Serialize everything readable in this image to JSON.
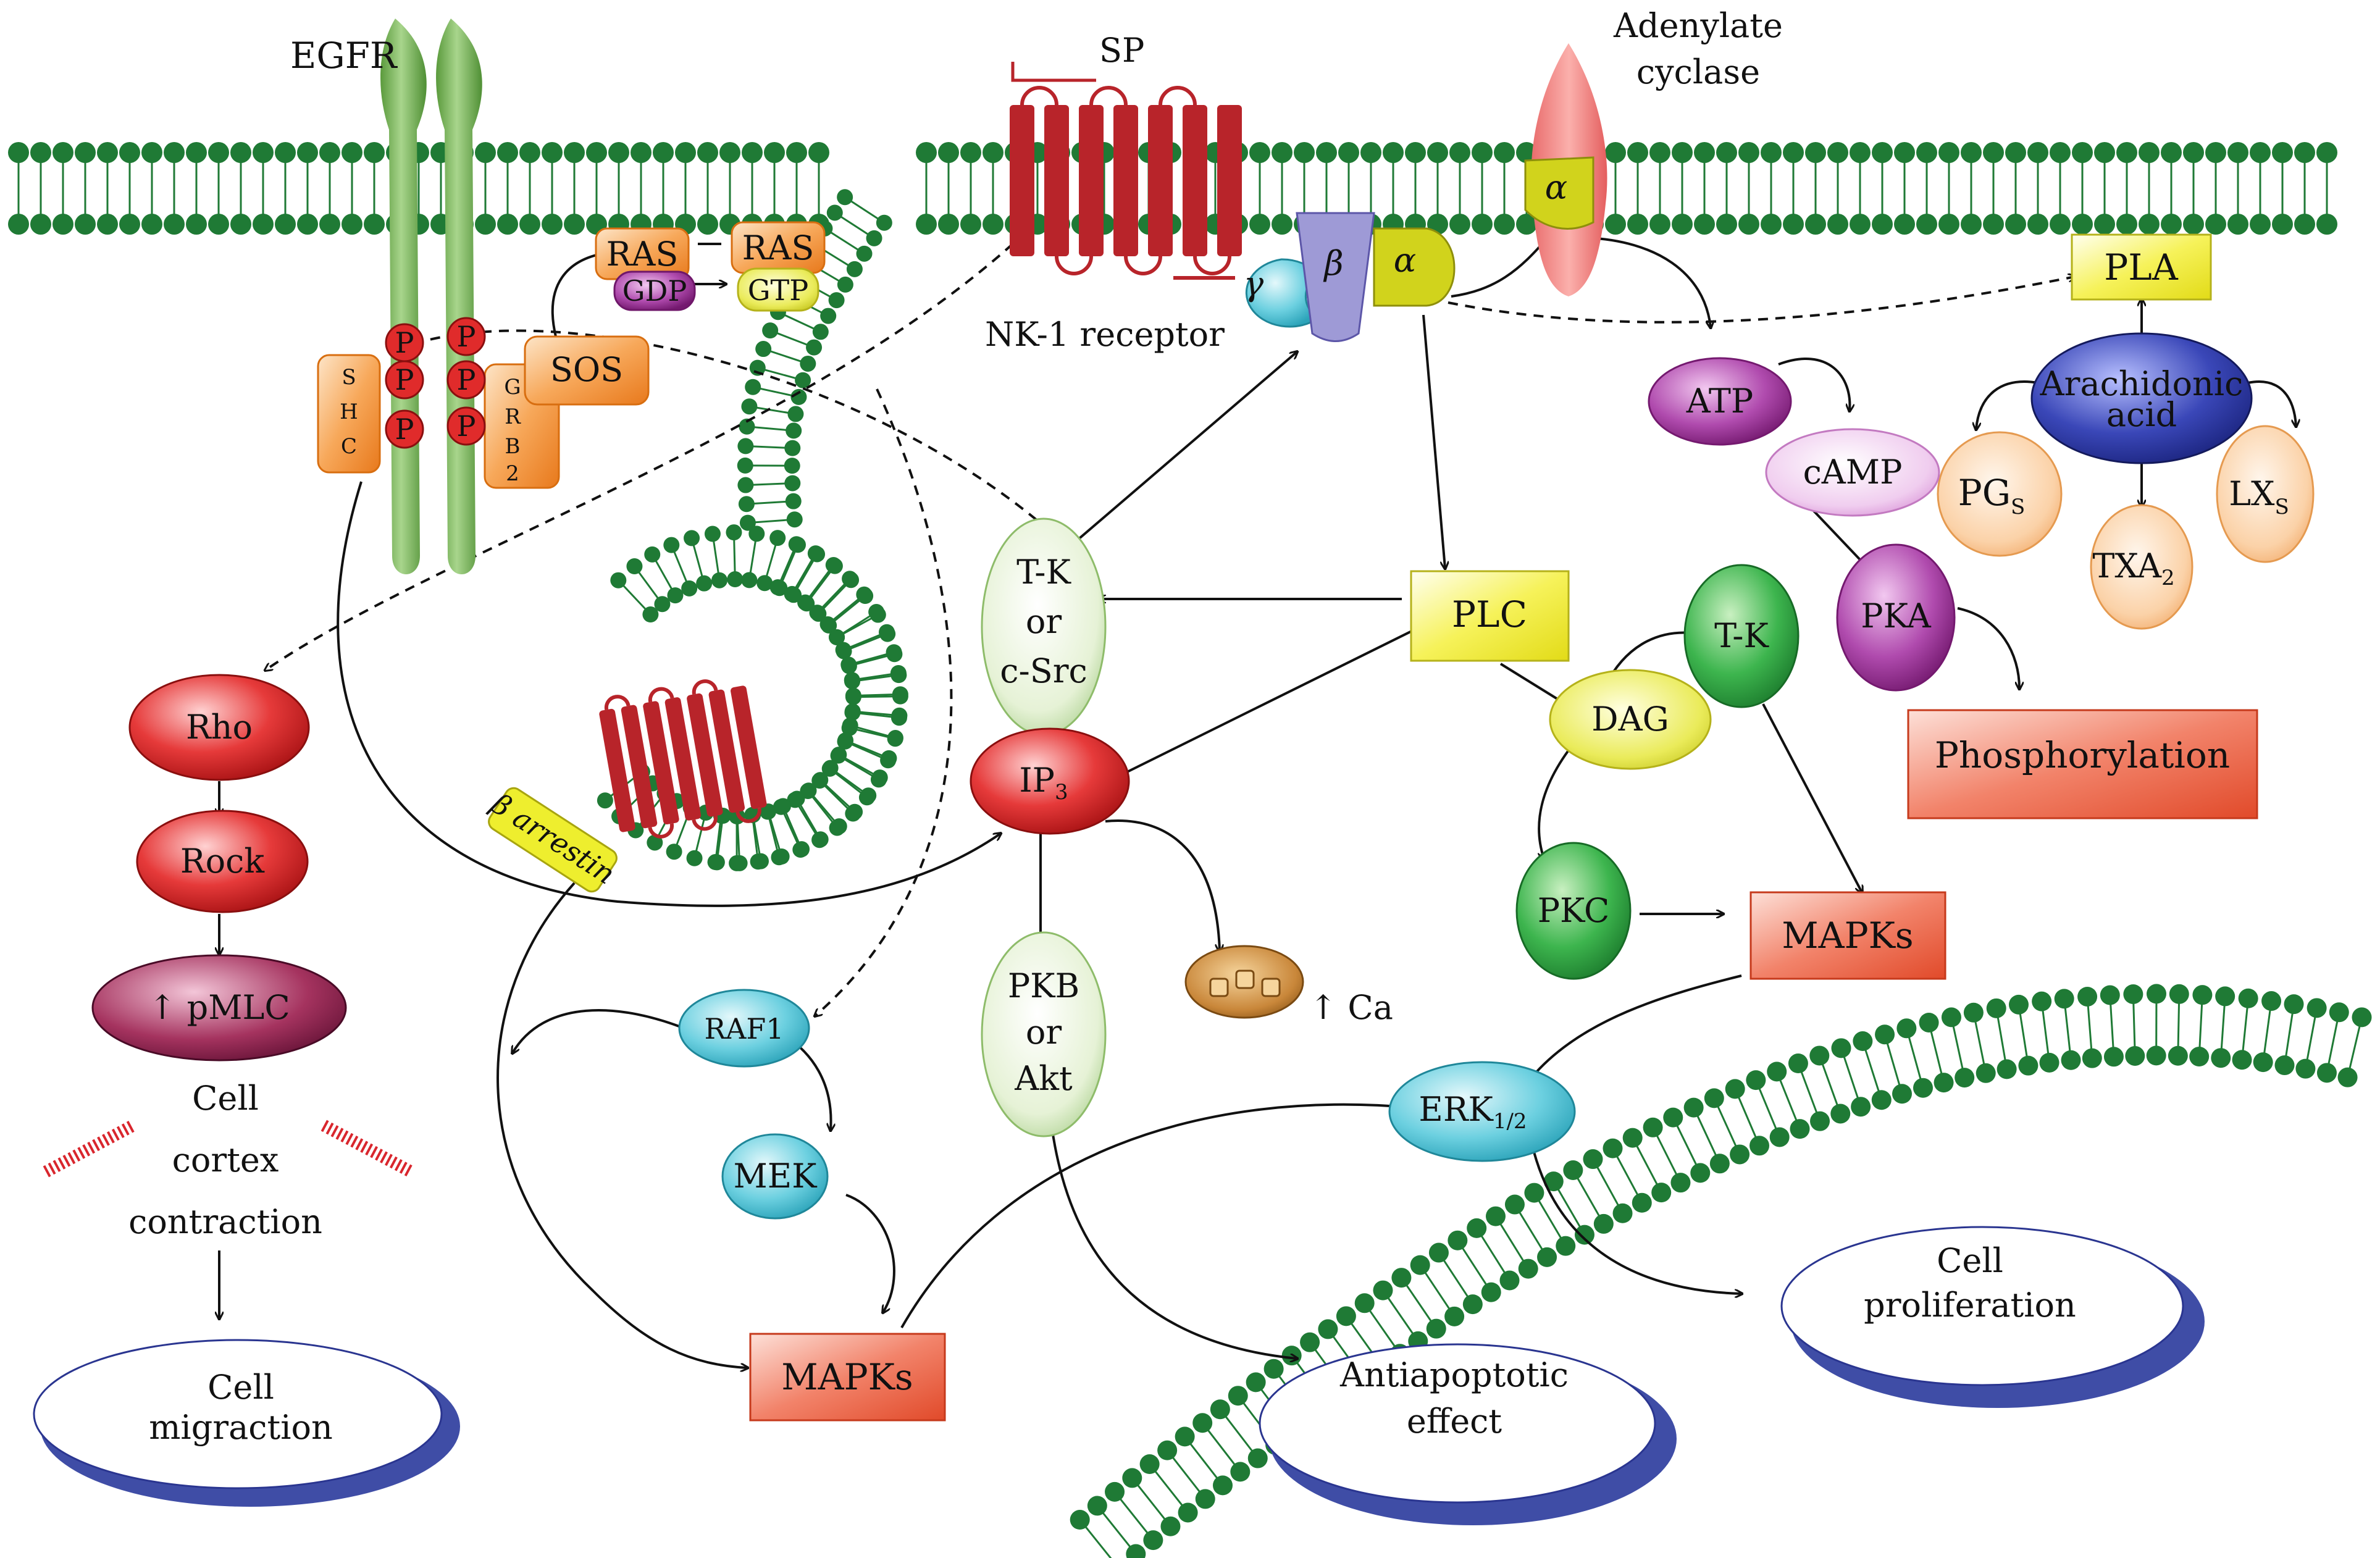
{
  "labels": {
    "egfr": "EGFR",
    "sp": "SP",
    "adenylate_1": "Adenylate",
    "adenylate_2": "cyclase",
    "alpha": "α",
    "beta": "β",
    "gamma": "γ",
    "nk1": "NK-1 receptor",
    "ras_gdp": "RAS",
    "gdp": "GDP",
    "ras_gtp": "RAS",
    "gtp": "GTP",
    "sos": "SOS",
    "shc": [
      "S",
      "H",
      "C"
    ],
    "grb2": [
      "G",
      "R",
      "B",
      "2"
    ],
    "p": "P",
    "pla": "PLA",
    "arachidonic_1": "Arachidonic",
    "arachidonic_2": "acid",
    "atp": "ATP",
    "camp": "cAMP",
    "pka": "PKA",
    "pgs": "PG",
    "pgs_sub": "S",
    "txa": "TXA",
    "txa_sub": "2",
    "lxs": "LX",
    "lxs_sub": "S",
    "phosphorylation": "Phosphorylation",
    "tk_src": [
      "T-K",
      "or",
      "c-Src"
    ],
    "plc": "PLC",
    "dag": "DAG",
    "tk": "T-K",
    "pkc": "PKC",
    "mapks_right": "MAPKs",
    "ip3": "IP",
    "ip3_sub": "3",
    "beta_arrestin": "β arrestin",
    "pkb": [
      "PKB",
      "or",
      "Akt"
    ],
    "ca": "↑ Ca",
    "erk": "ERK",
    "erk_sub": "1/2",
    "raf1": "RAF1",
    "mek": "MEK",
    "mapks_bottom": "MAPKs",
    "rho": "Rho",
    "rock": "Rock",
    "pmlc": "↑ pMLC",
    "cortex": [
      "Cell",
      "cortex",
      "contraction"
    ],
    "cell_migration": [
      "Cell",
      "migraction"
    ],
    "antiapoptotic": [
      "Antiapoptotic",
      "effect"
    ],
    "cell_proliferation": [
      "Cell",
      "proliferation"
    ]
  },
  "colors": {
    "membrane": "#1f7a35",
    "egfr": "#6fae4b",
    "gpcr": "#b8242a",
    "orange": "#f08a24",
    "red_node": "#d9262d",
    "purple": "#9a2f97",
    "lilac": "#8f89c8",
    "cyan": "#4bbfd2",
    "yellow": "#f2ea2a",
    "salmon": "#ee6a4a",
    "green_node": "#2f9a3f",
    "peach": "#f9c189",
    "blue_ellipse": "#3f4da6"
  }
}
